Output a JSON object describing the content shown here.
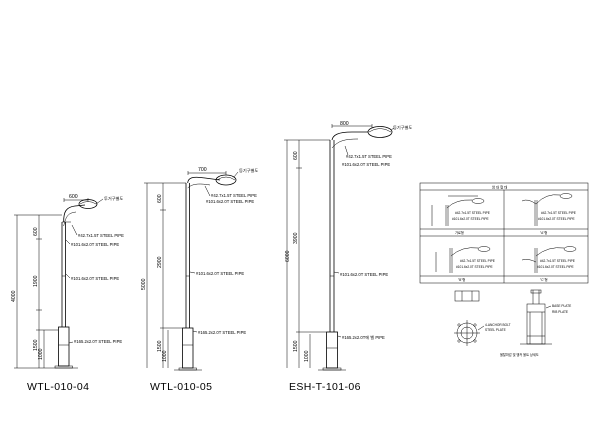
{
  "drawings": [
    {
      "title": "WTL-010-04",
      "arm_dim": "600",
      "callouts": [
        "투거구별도",
        "#42.7x1.5T STEEL PIPE",
        "#101.6x2.0T STEEL PIPE",
        "#101.6x2.0T STEEL PIPE",
        "#165.2x2.0T STEEL PIPE"
      ],
      "dims": [
        "4000",
        "600",
        "1900",
        "1500",
        "1000"
      ]
    },
    {
      "title": "WTL-010-05",
      "arm_dim": "700",
      "callouts": [
        "등기구별도",
        "#42.7x1.5T STEEL PIPE",
        "#101.6x2.0T STEEL PIPE",
        "#101.6x2.0T STEEL PIPE",
        "#165.2x2.0T STEEL PIPE"
      ],
      "dims": [
        "5000",
        "600",
        "2900",
        "1500",
        "1000"
      ]
    },
    {
      "title": "ESH-T-101-06",
      "arm_dim": "800",
      "callouts": [
        "등기구별도",
        "#42.7x1.5T STEEL PIPE",
        "#101.6x2.0T STEEL PIPE",
        "#101.6x2.0T STEEL PIPE",
        "#165.2x2.0T에 벨 PIPE"
      ],
      "dims": [
        "6000",
        "600",
        "3900",
        "1500",
        "1000"
      ]
    }
  ],
  "detail_panel": {
    "header": "암 대 형 태",
    "cells": [
      {
        "callouts": [
          "#42.7x1.5T STEEL PIPE",
          "#101.6x2.0T STEEL PIPE"
        ],
        "caption": "가로형"
      },
      {
        "callouts": [
          "#42.7x1.5T STEEL PIPE",
          "#101.6x2.0T STEEL PIPE"
        ],
        "caption": "\"A\"형"
      },
      {
        "callouts": [
          "#42.7x1.5T STEEL PIPE",
          "#101.6x2.0T STEEL PIPE"
        ],
        "caption": "\"B\"형"
      },
      {
        "callouts": [
          "#42.7x1.5T STEEL PIPE",
          "#101.6x2.0T STEEL PIPE"
        ],
        "caption": "\"C\"형"
      }
    ],
    "base_labels": [
      "4-ANCHOR BOLT",
      "STEEL PLATE",
      "BASE PLATE",
      "RIB PLATE"
    ],
    "base_caption": "몰탈마감 및 앵커 볼트 상세도"
  },
  "colors": {
    "line": "#000000",
    "background": "#ffffff"
  }
}
